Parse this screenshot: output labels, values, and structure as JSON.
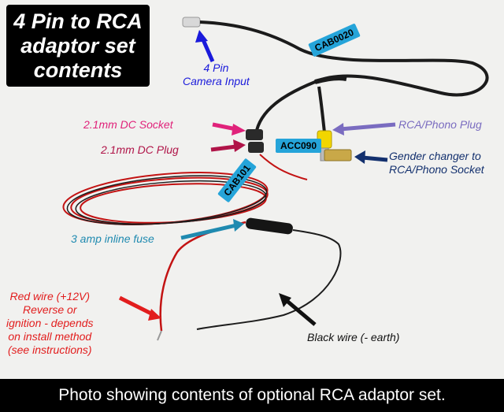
{
  "title_lines": [
    "4 Pin to RCA",
    "adaptor set",
    "contents"
  ],
  "labels": {
    "camera_input": [
      "4 Pin",
      "Camera Input"
    ],
    "dc_socket": "2.1mm DC Socket",
    "dc_plug": "2.1mm DC Plug",
    "rca_plug": "RCA/Phono Plug",
    "gender_changer": [
      "Gender changer to",
      "RCA/Phono Socket"
    ],
    "fuse": "3 amp inline fuse",
    "red_wire": [
      "Red wire (+12V)",
      "Reverse or",
      "ignition - depends",
      "on install method",
      "(see instructions)"
    ],
    "black_wire": "Black wire (- earth)"
  },
  "tags": {
    "cab0020": "CAB0020",
    "acc090": "ACC090",
    "cab101": "CAB101"
  },
  "caption": "Photo showing contents of optional RCA adaptor set.",
  "colors": {
    "camera_input": "#1a1adb",
    "dc_socket": "#e0227a",
    "dc_plug": "#b01448",
    "rca_plug": "#7a6cc0",
    "gender_changer": "#13306e",
    "fuse": "#1f8ab0",
    "red_wire": "#e21d1d",
    "black_wire": "#111111",
    "tag": "#25a4d9"
  }
}
